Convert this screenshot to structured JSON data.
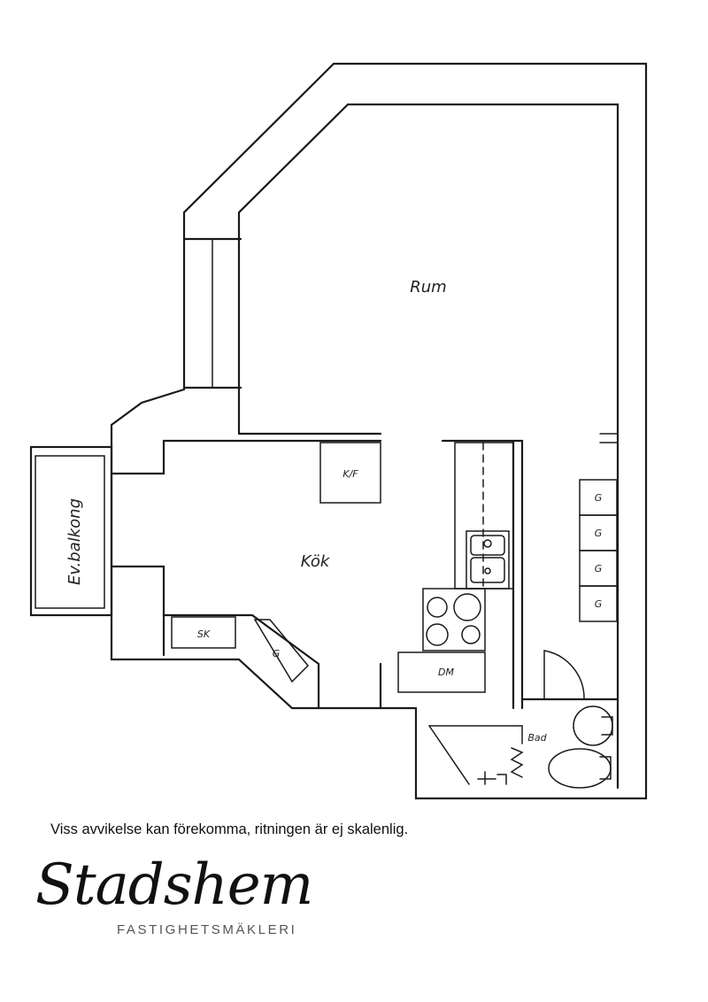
{
  "plan": {
    "rooms": {
      "rum": "Rum",
      "kok": "Kök",
      "balkong": "Ev.balkong",
      "bad": "Bad"
    },
    "fixtures": {
      "kf": "K/F",
      "sk": "SK",
      "g_small": "G",
      "dm": "DM",
      "g_wardrobe": [
        "G",
        "G",
        "G",
        "G"
      ]
    }
  },
  "disclaimer": "Viss avvikelse kan förekomma, ritningen är ej skalenlig.",
  "logo": {
    "script": "Stadshem",
    "subtitle": "FASTIGHETSMÄKLERI"
  }
}
